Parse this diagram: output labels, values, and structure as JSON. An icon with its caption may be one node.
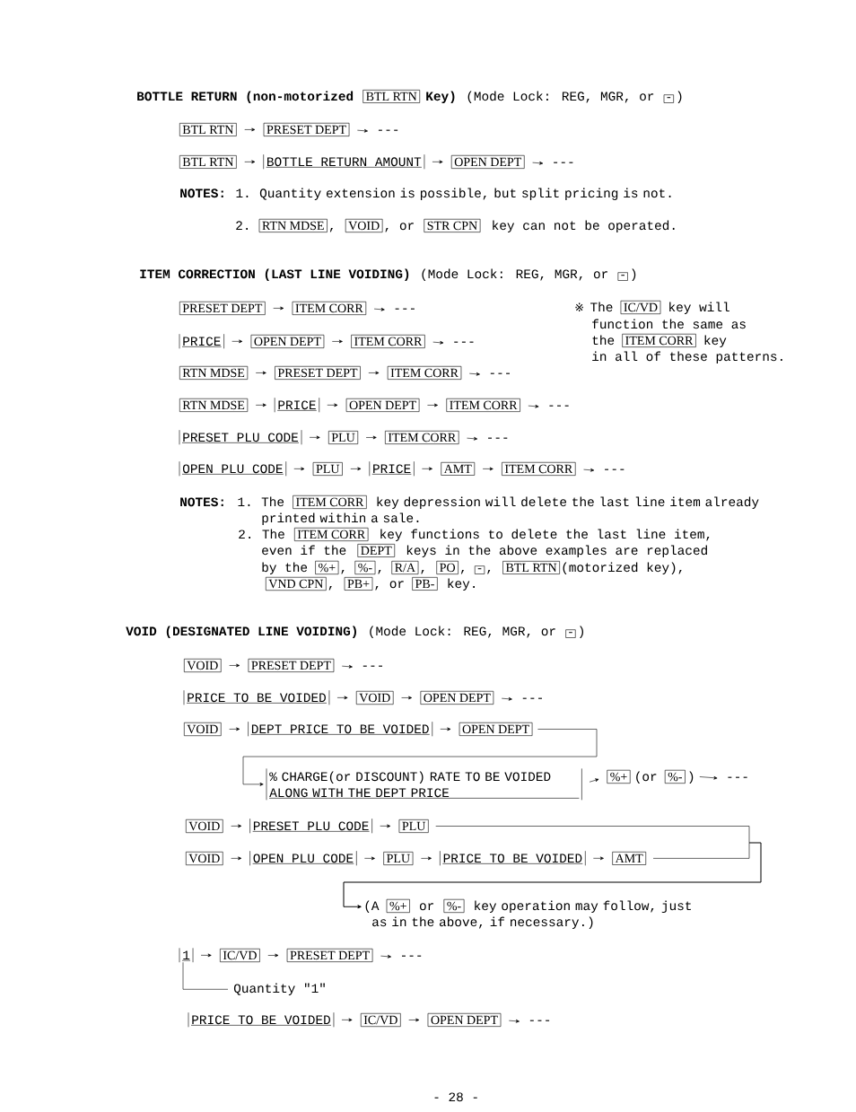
{
  "diagram": {
    "nodes": [
      {
        "text": [
          "BTL RTN"
        ]
      },
      {
        "text": [
          "-"
        ]
      },
      {
        "text": [
          "BTL RTN"
        ]
      },
      {
        "text": [
          "PRESET DEPT"
        ]
      },
      {
        "text": [
          "---"
        ]
      },
      {
        "text": [
          "BTL RTN"
        ]
      },
      {
        "text": [
          "BOTTLE RETURN AMOUNT"
        ]
      },
      {
        "text": [
          "OPEN DEPT"
        ]
      },
      {
        "text": [
          "---"
        ]
      },
      {
        "text": [
          "RTN MDSE"
        ]
      },
      {
        "text": [
          "VOID"
        ]
      },
      {
        "text": [
          "STR CPN"
        ]
      },
      {
        "text": [
          "-"
        ]
      },
      {
        "text": [
          "PRESET DEPT"
        ]
      },
      {
        "text": [
          "ITEM CORR"
        ]
      },
      {
        "text": [
          "---"
        ]
      },
      {
        "text": [
          "PRICE"
        ]
      },
      {
        "text": [
          "OPEN DEPT"
        ]
      },
      {
        "text": [
          "ITEM CORR"
        ]
      },
      {
        "text": [
          "---"
        ]
      },
      {
        "text": [
          "RTN MDSE"
        ]
      },
      {
        "text": [
          "PRESET DEPT"
        ]
      },
      {
        "text": [
          "ITEM CORR"
        ]
      },
      {
        "text": [
          "---"
        ]
      },
      {
        "text": [
          "RTN MDSE"
        ]
      },
      {
        "text": [
          "PRICE"
        ]
      },
      {
        "text": [
          "OPEN DEPT"
        ]
      },
      {
        "text": [
          "ITEM CORR"
        ]
      },
      {
        "text": [
          "---"
        ]
      },
      {
        "text": [
          "PRESET PLU CODE"
        ]
      },
      {
        "text": [
          "PLU"
        ]
      },
      {
        "text": [
          "ITEM CORR"
        ]
      },
      {
        "text": [
          "---"
        ]
      },
      {
        "text": [
          "OPEN PLU CODE"
        ]
      },
      {
        "text": [
          "PLU"
        ]
      },
      {
        "text": [
          "PRICE"
        ]
      },
      {
        "text": [
          "AMT"
        ]
      },
      {
        "text": [
          "ITEM CORR"
        ]
      },
      {
        "text": [
          "---"
        ]
      },
      {
        "text": [
          "IC/VD"
        ]
      },
      {
        "text": [
          "ITEM CORR"
        ]
      },
      {
        "text": [
          "ITEM CORR"
        ]
      },
      {
        "text": [
          "ITEM CORR"
        ]
      },
      {
        "text": [
          "DEPT"
        ]
      },
      {
        "text": [
          "%+"
        ]
      },
      {
        "text": [
          "%-"
        ]
      },
      {
        "text": [
          "R/A"
        ]
      },
      {
        "text": [
          "PO"
        ]
      },
      {
        "text": [
          "-"
        ]
      },
      {
        "text": [
          "BTL RTN"
        ]
      },
      {
        "text": [
          "VND CPN"
        ]
      },
      {
        "text": [
          "PB+"
        ]
      },
      {
        "text": [
          "PB-"
        ]
      },
      {
        "text": [
          "-"
        ]
      },
      {
        "text": [
          "VOID"
        ]
      },
      {
        "text": [
          "PRESET DEPT"
        ]
      },
      {
        "text": [
          "---"
        ]
      },
      {
        "text": [
          "PRICE TO BE VOIDED"
        ]
      },
      {
        "text": [
          "VOID"
        ]
      },
      {
        "text": [
          "OPEN DEPT"
        ]
      },
      {
        "text": [
          "---"
        ]
      },
      {
        "text": [
          "VOID"
        ]
      },
      {
        "text": [
          "DEPT PRICE TO BE VOIDED"
        ]
      },
      {
        "text": [
          "OPEN DEPT"
        ]
      },
      {
        "text": [
          "% CHARGE(or DISCOUNT) RATE TO BE VOIDED ALONG WITH THE DEPT PRICE"
        ]
      },
      {
        "text": [
          "%+"
        ]
      },
      {
        "text": [
          "%-"
        ]
      },
      {
        "text": [
          "---"
        ]
      },
      {
        "text": [
          "VOID"
        ]
      },
      {
        "text": [
          "PRESET PLU CODE"
        ]
      },
      {
        "text": [
          "PLU"
        ]
      },
      {
        "text": [
          "VOID"
        ]
      },
      {
        "text": [
          "OPEN PLU CODE"
        ]
      },
      {
        "text": [
          "PLU"
        ]
      },
      {
        "text": [
          "PRICE TO BE VOIDED"
        ]
      },
      {
        "text": [
          "AMT"
        ]
      },
      {
        "text": [
          "(A"
        ]
      },
      {
        "text": [
          "%+"
        ]
      },
      {
        "text": [
          "%-"
        ]
      },
      {
        "text": [
          "1"
        ]
      },
      {
        "text": [
          "IC/VD"
        ]
      },
      {
        "text": [
          "PRESET DEPT"
        ]
      },
      {
        "text": [
          "---"
        ]
      },
      {
        "text": [
          "Quantity \"1\""
        ]
      },
      {
        "text": [
          "PRICE TO BE VOIDED"
        ]
      },
      {
        "text": [
          "IC/VD"
        ]
      },
      {
        "text": [
          "OPEN DEPT"
        ]
      },
      {
        "text": [
          "---"
        ]
      }
    ],
    "edges": [
      {
        "from": 2,
        "to": 3,
        "arrow": "to"
      },
      {
        "from": 3,
        "to": 4,
        "arrow": "to"
      },
      {
        "from": 5,
        "to": 6,
        "arrow": "to"
      },
      {
        "from": 6,
        "to": 7,
        "arrow": "to"
      },
      {
        "from": 7,
        "to": 8,
        "arrow": "to"
      },
      {
        "from": 13,
        "to": 14,
        "arrow": "to"
      },
      {
        "from": 14,
        "to": 15,
        "arrow": "to"
      },
      {
        "from": 16,
        "to": 17,
        "arrow": "to"
      },
      {
        "from": 17,
        "to": 18,
        "arrow": "to"
      },
      {
        "from": 18,
        "to": 19,
        "arrow": "to"
      },
      {
        "from": 20,
        "to": 21,
        "arrow": "to"
      },
      {
        "from": 21,
        "to": 22,
        "arrow": "to"
      },
      {
        "from": 22,
        "to": 23,
        "arrow": "to"
      },
      {
        "from": 24,
        "to": 25,
        "arrow": "to"
      },
      {
        "from": 25,
        "to": 26,
        "arrow": "to"
      },
      {
        "from": 26,
        "to": 27,
        "arrow": "to"
      },
      {
        "from": 27,
        "to": 28,
        "arrow": "to"
      },
      {
        "from": 29,
        "to": 30,
        "arrow": "to"
      },
      {
        "from": 30,
        "to": 31,
        "arrow": "to"
      },
      {
        "from": 31,
        "to": 32,
        "arrow": "to"
      },
      {
        "from": 33,
        "to": 34,
        "arrow": "to"
      },
      {
        "from": 34,
        "to": 35,
        "arrow": "to"
      },
      {
        "from": 35,
        "to": 36,
        "arrow": "to"
      },
      {
        "from": 36,
        "to": 37,
        "arrow": "to"
      },
      {
        "from": 37,
        "to": 38,
        "arrow": "to"
      },
      {
        "from": 54,
        "to": 55,
        "arrow": "to"
      },
      {
        "from": 55,
        "to": 56,
        "arrow": "to"
      },
      {
        "from": 57,
        "to": 58,
        "arrow": "to"
      },
      {
        "from": 58,
        "to": 59,
        "arrow": "to"
      },
      {
        "from": 59,
        "to": 60,
        "arrow": "to"
      },
      {
        "from": 61,
        "to": 62,
        "arrow": "to"
      },
      {
        "from": 62,
        "to": 63,
        "arrow": "to"
      },
      {
        "from": 63,
        "to": 64,
        "arrow": "to"
      },
      {
        "from": 64,
        "to": 65,
        "arrow": "to"
      },
      {
        "from": 66,
        "to": 67,
        "arrow": "to"
      },
      {
        "from": 68,
        "to": 69,
        "arrow": "to"
      },
      {
        "from": 69,
        "to": 70,
        "arrow": "to"
      },
      {
        "from": 70,
        "to": 76,
        "arrow": "to"
      },
      {
        "from": 71,
        "to": 72,
        "arrow": "to"
      },
      {
        "from": 72,
        "to": 73,
        "arrow": "to"
      },
      {
        "from": 73,
        "to": 74,
        "arrow": "to"
      },
      {
        "from": 74,
        "to": 75,
        "arrow": "to"
      },
      {
        "from": 75,
        "to": 76,
        "arrow": "to"
      },
      {
        "from": 79,
        "to": 80,
        "arrow": "to"
      },
      {
        "from": 80,
        "to": 81,
        "arrow": "to"
      },
      {
        "from": 81,
        "to": 82,
        "arrow": "to"
      },
      {
        "from": 83,
        "to": 79,
        "arrow": "none"
      },
      {
        "from": 84,
        "to": 85,
        "arrow": "to"
      },
      {
        "from": 85,
        "to": 86,
        "arrow": "to"
      },
      {
        "from": 86,
        "to": 87,
        "arrow": "to"
      }
    ],
    "labels": [
      "BOTTLE RETURN (non-motorized",
      "Key)",
      "(Mode Lock: REG, MGR, or",
      ")",
      "NOTES:",
      "1.",
      "Quantity extension is possible, but split pricing is not.",
      "2.",
      ",",
      ", or",
      "key can not be operated.",
      "ITEM CORRECTION (LAST LINE VOIDING)",
      "(Mode Lock: REG, MGR, or",
      ")",
      "※",
      "The",
      "key will",
      "function the same as",
      "the",
      "key",
      "in all of these patterns.",
      "NOTES:",
      "1.",
      "The",
      "key depression will delete the last line item already printed within a sale.",
      "2.",
      "The",
      "key functions to delete the last line item,",
      "even if the",
      "keys in the above examples are replaced",
      "by the",
      ",",
      ",",
      ",",
      ",",
      ",",
      "(motorized key),",
      ",",
      ", or",
      "key.",
      "VOID (DESIGNATED LINE VOIDING)",
      "(Mode Lock: REG, MGR, or",
      ")",
      "(or",
      ")",
      "or",
      "key operation may follow, just as in the above, if necessary.)",
      "- 28 -"
    ]
  }
}
